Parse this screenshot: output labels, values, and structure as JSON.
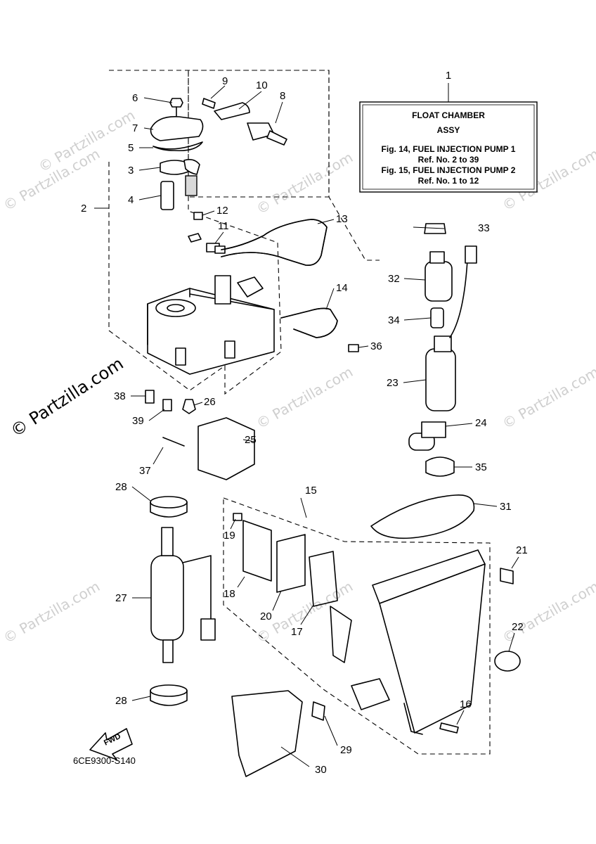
{
  "callout_box": {
    "ref": "1",
    "title": "FLOAT CHAMBER",
    "subtitle": "ASSY",
    "line1": "Fig. 14, FUEL INJECTION PUMP 1",
    "line2": "Ref. No. 2 to 39",
    "line3": "Fig. 15, FUEL INJECTION PUMP 2",
    "line4": "Ref. No. 1 to 12"
  },
  "callouts": {
    "c2": "2",
    "c3": "3",
    "c4": "4",
    "c5": "5",
    "c6": "6",
    "c7": "7",
    "c8": "8",
    "c9": "9",
    "c10": "10",
    "c11": "11",
    "c12": "12",
    "c13": "13",
    "c14": "14",
    "c15": "15",
    "c16": "16",
    "c17": "17",
    "c18": "18",
    "c19": "19",
    "c20": "20",
    "c21": "21",
    "c22": "22",
    "c23": "23",
    "c24": "24",
    "c25": "25",
    "c26": "26",
    "c27": "27",
    "c28a": "28",
    "c28b": "28",
    "c29": "29",
    "c30": "30",
    "c31": "31",
    "c32": "32",
    "c33": "33",
    "c34": "34",
    "c35": "35",
    "c36": "36",
    "c37": "37",
    "c38": "38",
    "c39": "39"
  },
  "fwd_label": "FWD",
  "drawing_code": "6CE9300-S140",
  "watermark_main": "© Partzilla.com",
  "watermark_faint": "© Partzilla.com"
}
